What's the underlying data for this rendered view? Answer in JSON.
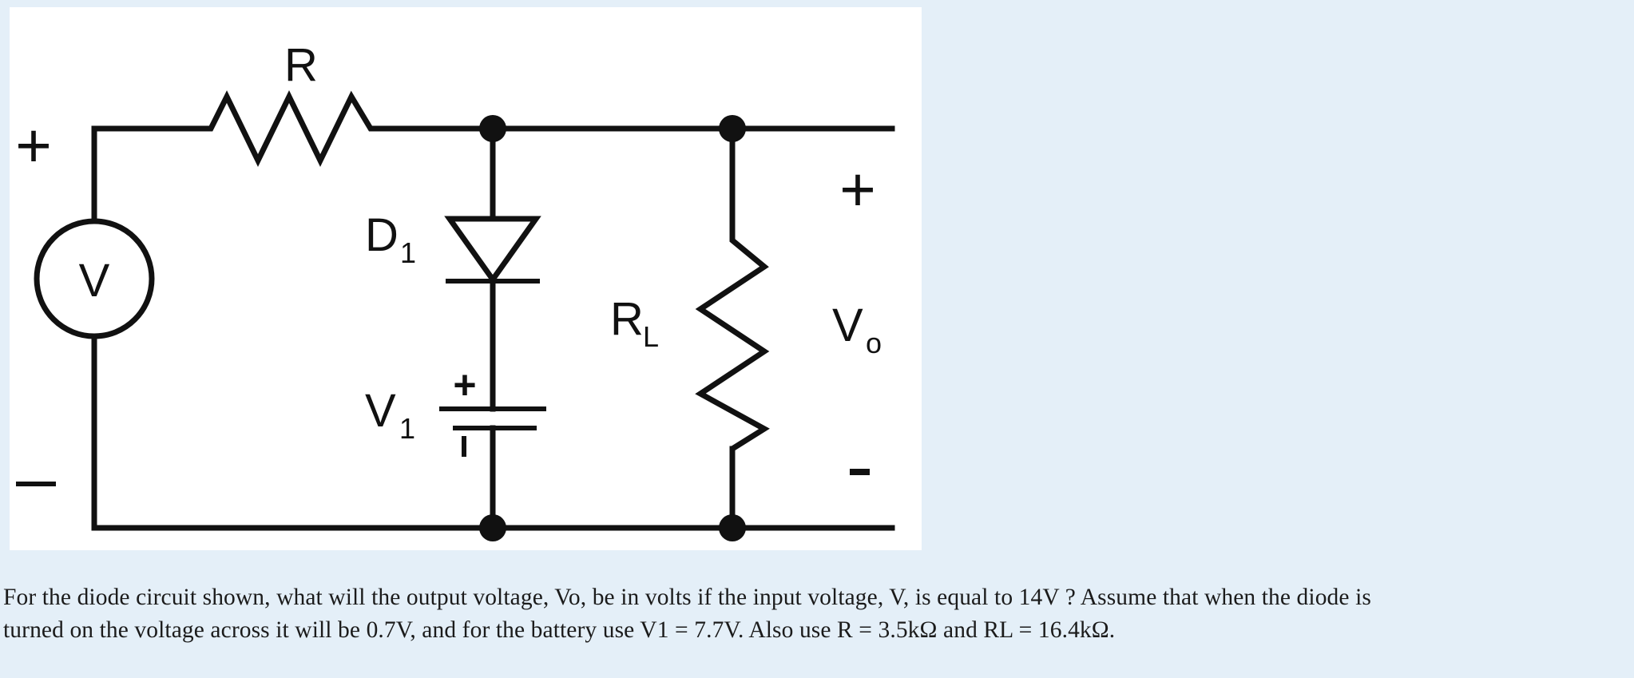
{
  "background_color": "#e4eff8",
  "panel_color": "#ffffff",
  "ink_color": "#111111",
  "figure": {
    "name": "diode-clipper-circuit",
    "source": {
      "label": "V",
      "plus_sign": "+",
      "minus_sign": "—"
    },
    "resistor_series": {
      "label": "R"
    },
    "diode": {
      "label": "D",
      "subscript": "1"
    },
    "battery": {
      "label": "V",
      "subscript": "1",
      "plus_sign": "+",
      "minus_sign": "I"
    },
    "load_resistor": {
      "label": "R",
      "subscript": "L"
    },
    "output": {
      "label": "V",
      "subscript": "o",
      "plus_sign": "+",
      "minus_sign": "-"
    }
  },
  "question": {
    "line1": "For the diode circuit shown, what will the output voltage, Vo, be in volts if the input voltage, V, is equal to 14V ?  Assume that when the diode is",
    "line2": "turned on the voltage across it will be 0.7V, and for the battery use V1 = 7.7V. Also use R = 3.5kΩ and RL = 16.4kΩ.",
    "full_text": "For the diode circuit shown, what will the output voltage, Vo, be in volts if the input voltage, V, is equal to 14V ?  Assume that when the diode is turned on the voltage across it will be 0.7V, and for the battery use V1 = 7.7V. Also use R = 3.5kΩ and RL = 16.4kΩ.",
    "values": {
      "input_voltage": "14V",
      "diode_drop": "0.7V",
      "battery_voltage": "7.7V",
      "series_resistance": "3.5kΩ",
      "load_resistance": "16.4kΩ"
    }
  }
}
